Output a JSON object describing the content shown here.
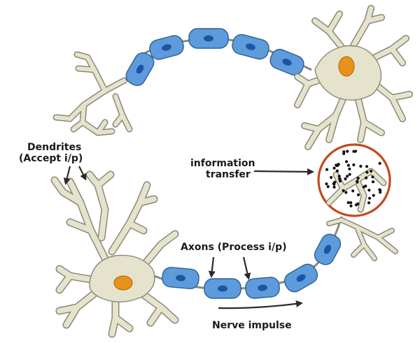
{
  "labels": {
    "dendrites_line1": "Dendrites",
    "dendrites_line2": "(Accept i/p)",
    "info_line1": "information",
    "info_line2": "transfer",
    "axons": "Axons (Process i/p)",
    "nerve": "Nerve impulse"
  },
  "colors": {
    "neuron_body": "#e6e3cc",
    "myelin_sheath": "#5d9bdc",
    "myelin_nucleus": "#1c55a4",
    "cell_nucleus": "#e8921c",
    "synapse_ring": "#c44a1c"
  }
}
